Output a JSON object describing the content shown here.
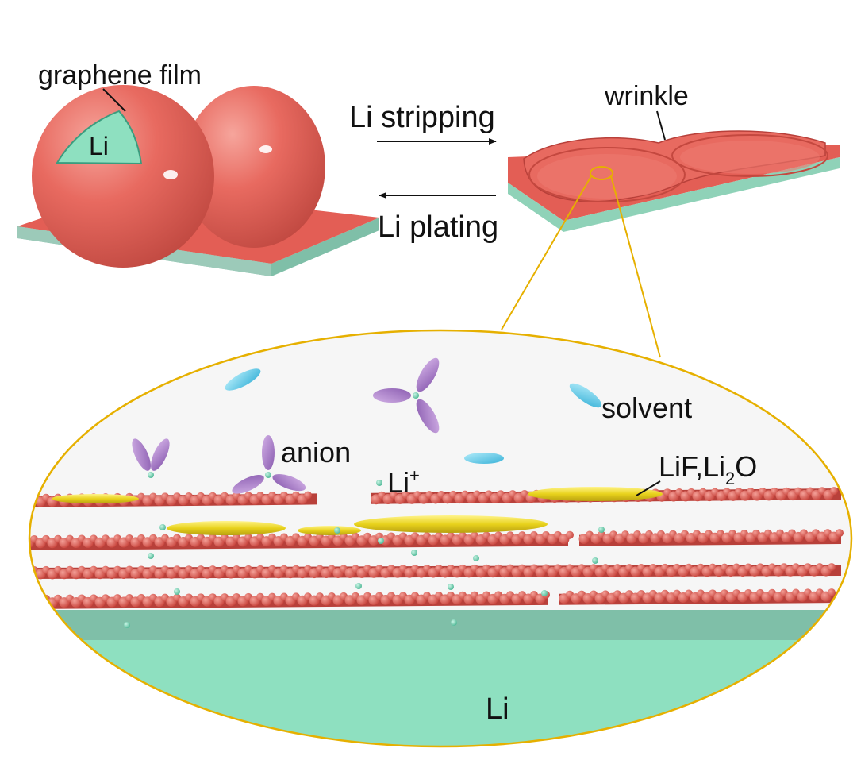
{
  "labels": {
    "graphene_film": "graphene film",
    "li_inner": "Li",
    "li_stripping": "Li stripping",
    "li_plating": "Li plating",
    "wrinkle": "wrinkle",
    "solvent": "solvent",
    "anion": "anion",
    "li_ion_base": "Li",
    "li_ion_sup": "+",
    "sei_part1": "LiF,Li",
    "sei_sub": "2",
    "sei_part2": "O",
    "li_bottom": "Li"
  },
  "colors": {
    "graphene": "#e06058",
    "graphene_light": "#f08a80",
    "graphene_dark": "#b8403a",
    "lithium": "#8ee0c0",
    "lithium_dark": "#5fb898",
    "base_edge": "#7fbfa8",
    "lithium_ion": "#6fd0b0",
    "anion": "#a679c6",
    "solvent": "#5ec8ea",
    "sei": "#e8d21c",
    "zoom_border": "#e6b000",
    "electrolyte_bg": "#f6f6f6"
  }
}
